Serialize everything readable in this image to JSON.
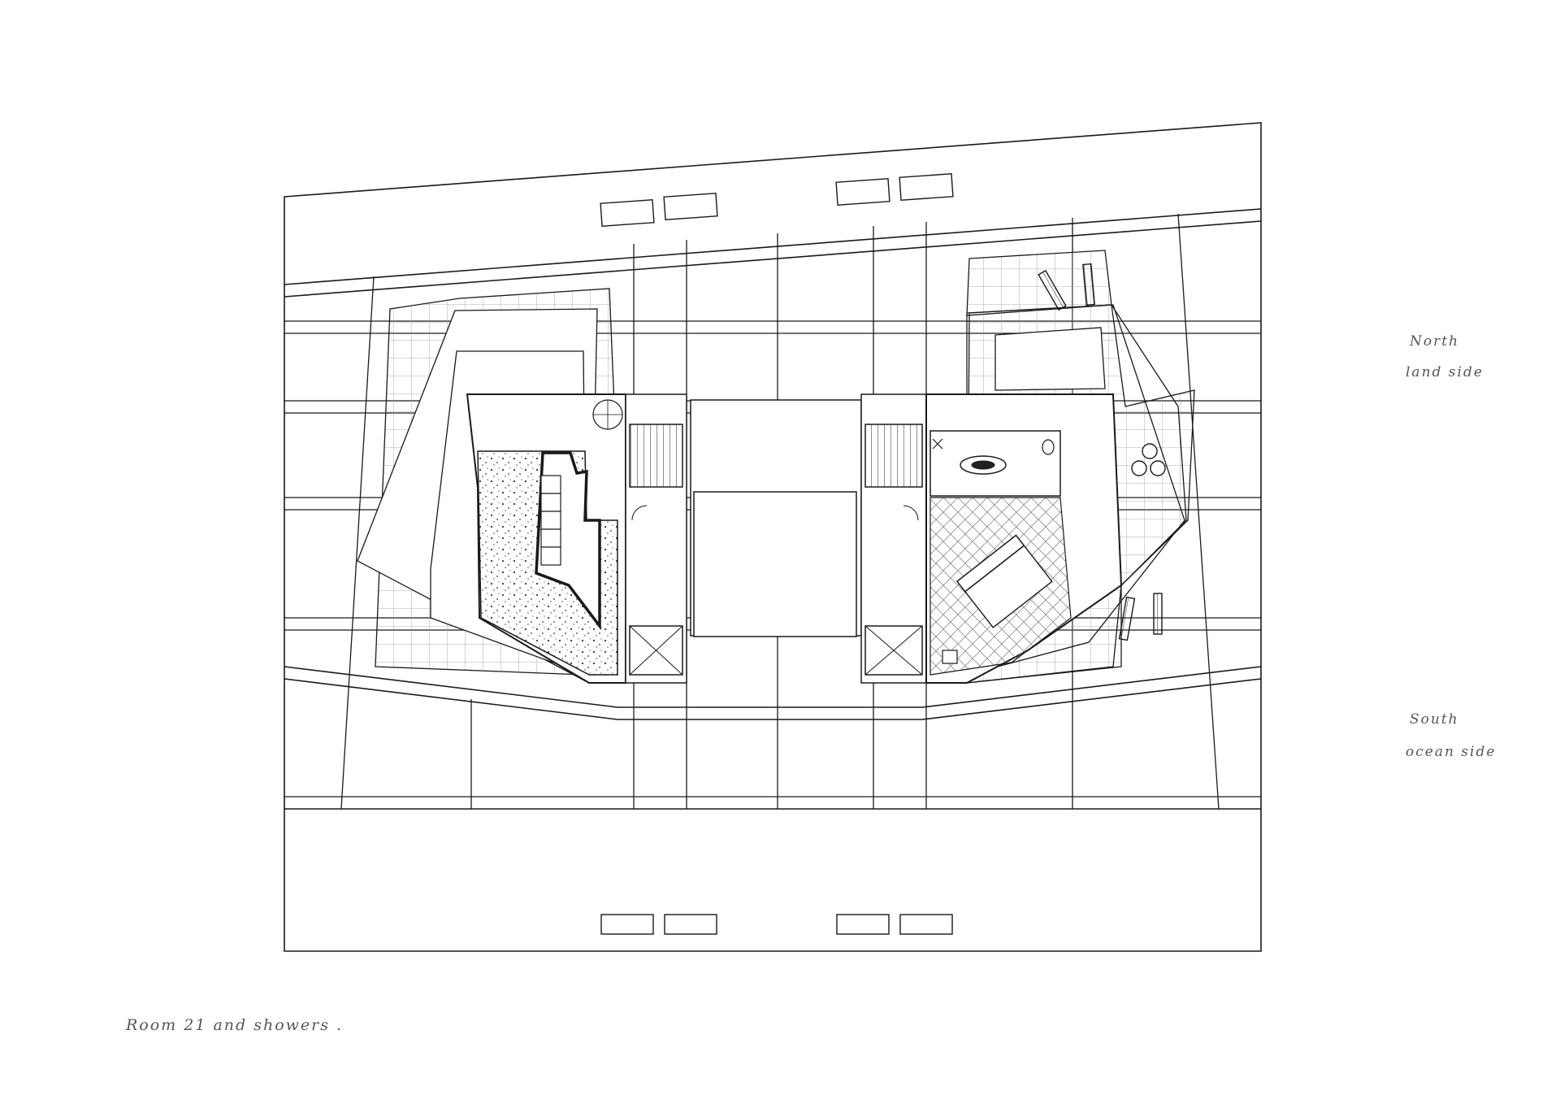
{
  "labels": {
    "north_line1": "North",
    "north_line2": "land side",
    "south_line1": "South",
    "south_line2": "ocean side",
    "caption": "Room 21 and showers ."
  },
  "colors": {
    "line": "#1a1a1a",
    "tile": "#9a9a9a",
    "background": "#ffffff"
  }
}
